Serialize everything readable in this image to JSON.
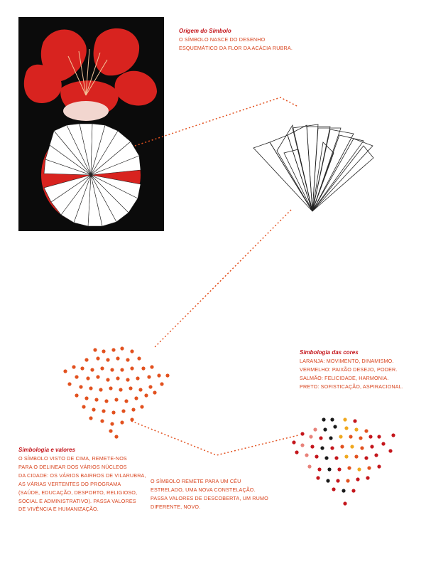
{
  "origin": {
    "title": "Origem do Símbolo",
    "lines": [
      "O SÍMBOLO NASCE DO DESENHO",
      "ESQUEMÁTICO DA FLOR DA ACÁCIA RUBRA."
    ]
  },
  "colors_section": {
    "title": "Simbologia das cores",
    "lines": [
      "LARANJA: MOVIMENTO, DINAMISMO.",
      "VERMELHO: PAIXÃO DESEJO, PODER.",
      "SALMÃO: FELICIDADE, HARMONIA.",
      "PRETO: SOFISTICAÇÃO, ASPIRACIONAL."
    ]
  },
  "values_section": {
    "title": "Simbologia e valores",
    "lines": [
      "O SÍMBOLO VISTO DE CIMA, REMETE-NOS",
      "PARA O DELINEAR DOS VÁRIOS NÚCLEOS",
      "DA CIDADE: OS VÁRIOS BAIRROS DE VILARUBRA,",
      "AS VÁRIAS VERTENTES DO PROGRAMA",
      "(SAÚDE, EDUCAÇÃO, DESPORTO, RELIGIOSO,",
      "SOCIAL E ADMINISTRATIVO). PASSA VALORES",
      "DE VIVÊNCIA E HUMANIZAÇÃO."
    ]
  },
  "sky_section": {
    "lines": [
      "O SÍMBOLO REMETE PARA UM CÉU",
      "ESTRELADO, UMA NOVA CONSTELAÇÃO.",
      "PASSA VALORES DE DESCOBERTA, UM RUMO",
      "DIFERENTE, NOVO."
    ]
  },
  "colors": {
    "heading": "#c4161c",
    "body_text": "#d8431d",
    "connector": "#e2511f",
    "dot_orange": "#e2511f",
    "dot_red": "#c4161c",
    "dot_salmon": "#e8827a",
    "dot_black": "#1a1a1a",
    "dot_yellow": "#f0a81e",
    "flower_red": "#d8231f",
    "photo_bg": "#0b0b0b"
  },
  "images": {
    "flower_photo": "acacia-rubra-flower-photo",
    "line_drawing": "schematic-flower-line-drawing",
    "dot_symbol_orange": "dot-constellation-symbol-orange",
    "dot_symbol_multicolor": "dot-constellation-symbol-multicolor"
  }
}
